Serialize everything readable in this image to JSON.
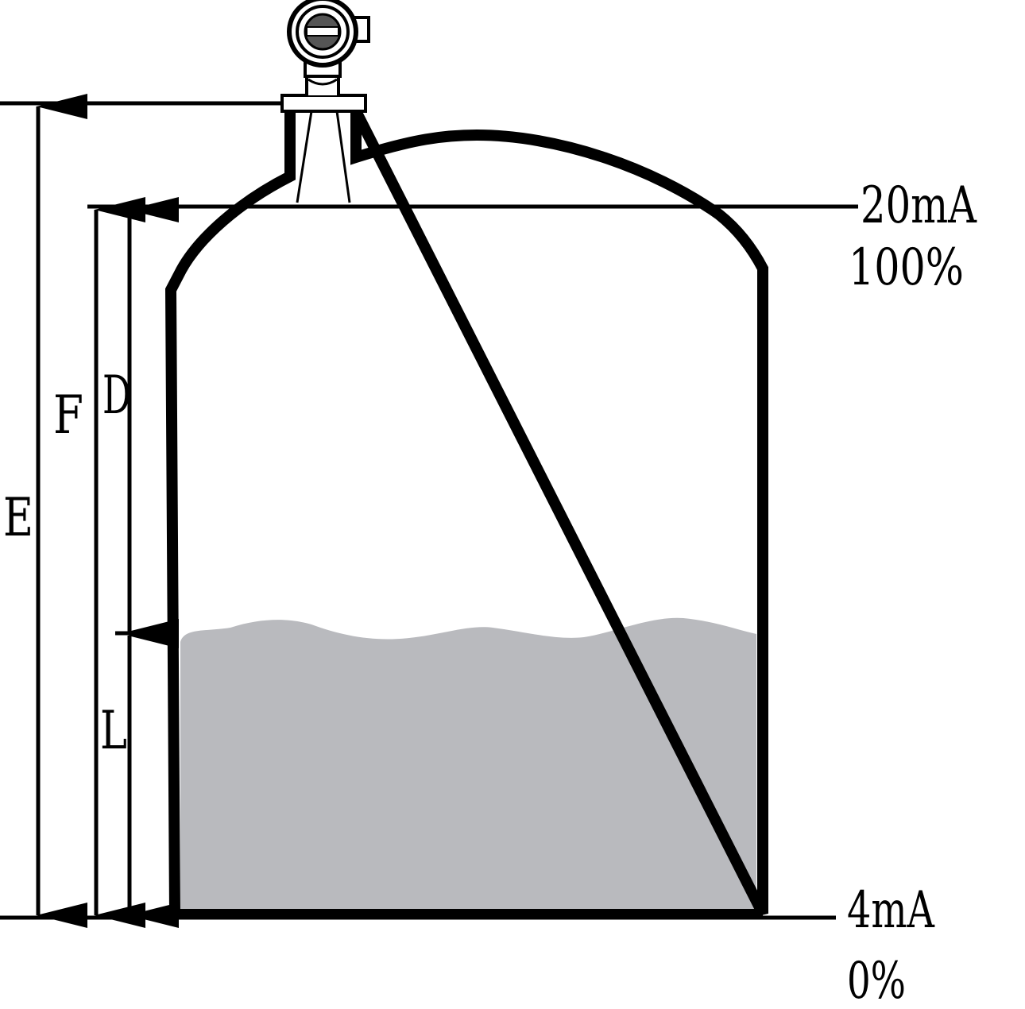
{
  "labels": {
    "e": "E",
    "f": "F",
    "d": "D",
    "l": "L"
  },
  "markers": {
    "top_current": "20mA",
    "top_percent": "100%",
    "bottom_current": "4mA",
    "bottom_percent": "0%"
  },
  "colors": {
    "outline": "#000000",
    "liquid": "#b9babe",
    "background": "#ffffff"
  }
}
